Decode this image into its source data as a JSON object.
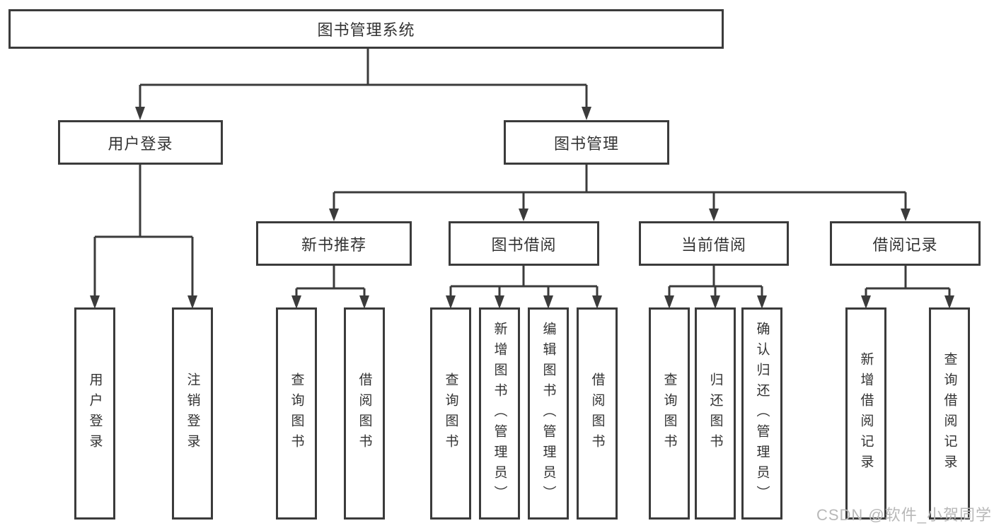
{
  "colors": {
    "line": "#3b3b3b",
    "box_border": "#3b3b3b",
    "text": "#333333",
    "watermark": "#b8b8b8",
    "background": "#ffffff"
  },
  "watermark": {
    "text": "CSDN @软件_小贺同学"
  },
  "tree": {
    "root": {
      "label": "图书管理系统"
    },
    "branches": [
      {
        "label": "用户登录",
        "children": [
          {
            "label": "用户登录"
          },
          {
            "label": "注销登录"
          }
        ]
      },
      {
        "label": "图书管理",
        "children": [
          {
            "label": "新书推荐",
            "children": [
              {
                "label": "查询图书"
              },
              {
                "label": "借阅图书"
              }
            ]
          },
          {
            "label": "图书借阅",
            "children": [
              {
                "label": "查询图书"
              },
              {
                "label": "新增图书（管理员）"
              },
              {
                "label": "编辑图书（管理员）"
              },
              {
                "label": "借阅图书"
              }
            ]
          },
          {
            "label": "当前借阅",
            "children": [
              {
                "label": "查询图书"
              },
              {
                "label": "归还图书"
              },
              {
                "label": "确认归还（管理员）"
              }
            ]
          },
          {
            "label": "借阅记录",
            "children": [
              {
                "label": "新增借阅记录"
              },
              {
                "label": "查询借阅记录"
              }
            ]
          }
        ]
      }
    ]
  }
}
